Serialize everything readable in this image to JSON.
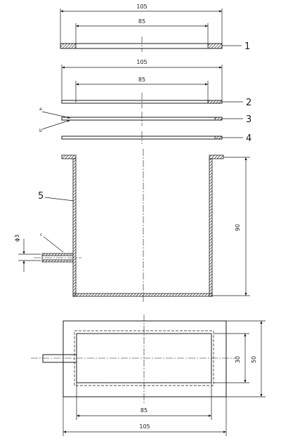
{
  "dimensions": {
    "d105_a": "105",
    "d85_a": "85",
    "d105_b": "105",
    "d85_b": "85",
    "d90": "90",
    "phi3": "ϕ3",
    "d30": "30",
    "d50": "50",
    "d85_c": "85",
    "d105_c": "105"
  },
  "labels": {
    "part1": "1",
    "part2": "2",
    "part3": "3",
    "part4": "4",
    "part5": "5",
    "a": "a",
    "b": "b",
    "c": "c"
  }
}
